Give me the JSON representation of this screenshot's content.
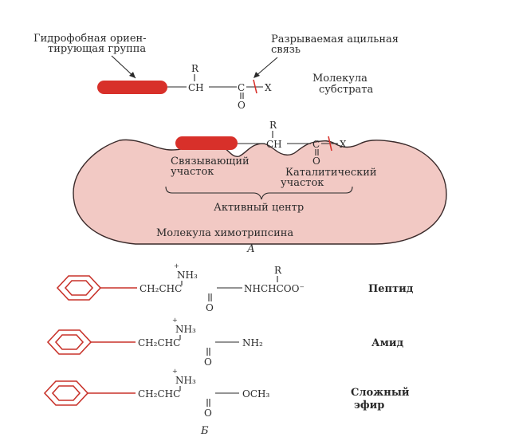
{
  "panel_a": {
    "hydrophobic_label_line1": "Гидрофобная ориен-",
    "hydrophobic_label_line2": "тирующая группа",
    "bond_label_line1": "Разрываемая ацильная",
    "bond_label_line2": "связь",
    "substrate_label_line1": "Молекула",
    "substrate_label_line2": "субстрата",
    "substrate_formula": {
      "r": "R",
      "ch": "CH",
      "c": "C",
      "x": "X",
      "o": "O"
    },
    "binding_site_line1": "Связывающий",
    "binding_site_line2": "участок",
    "catalytic_site_line1": "Каталитический",
    "catalytic_site_line2": "участок",
    "active_center": "Активный центр",
    "enzyme_label": "Молекула химотрипсина",
    "panel_letter": "А",
    "colors": {
      "hydrophobic_group": "#d8302a",
      "enzyme_fill": "#f2c9c4",
      "enzyme_stroke": "#3a2a2a"
    }
  },
  "panel_b": {
    "panel_letter": "Б",
    "plus": "+",
    "nh3": "NH₃",
    "ch2chc": "CH₂CHC",
    "o": "O",
    "compounds": [
      {
        "name": "Пептид",
        "tail": "NHCHCOO⁻",
        "r": "R"
      },
      {
        "name": "Амид",
        "tail": "NH₂"
      },
      {
        "name_line1": "Сложный",
        "name_line2": "эфир",
        "tail": "OCH₃"
      }
    ],
    "colors": {
      "benzene_ring": "#c8322a"
    }
  }
}
